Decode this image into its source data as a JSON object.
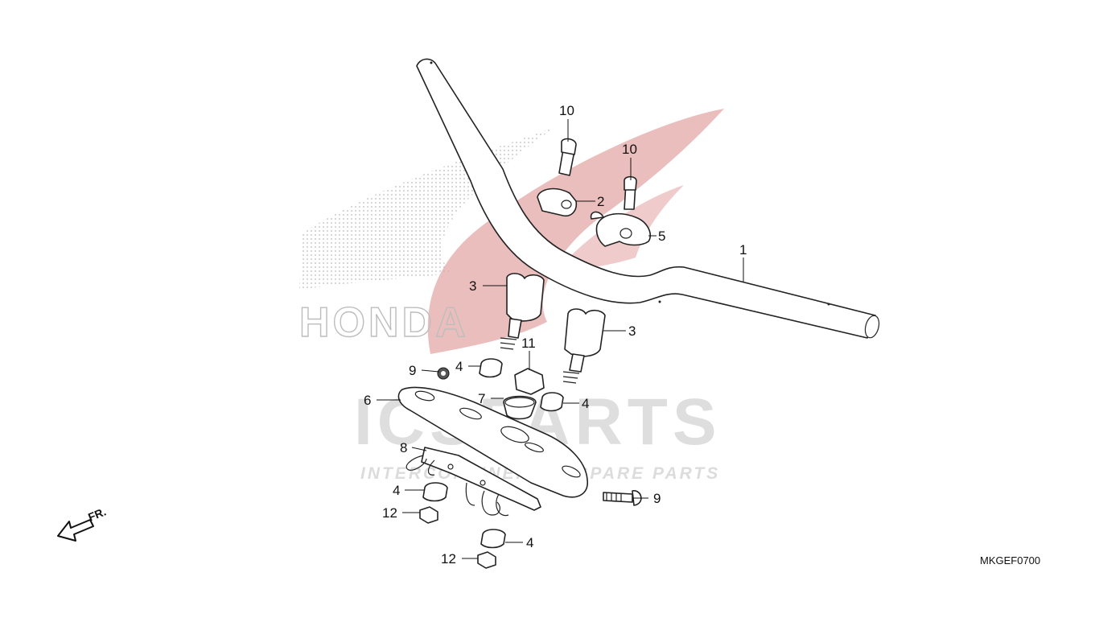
{
  "diagram": {
    "code": "MKGEF0700",
    "direction_label": "FR.",
    "callouts": [
      {
        "id": "callout-1",
        "text": "1"
      },
      {
        "id": "callout-2",
        "text": "2"
      },
      {
        "id": "callout-3a",
        "text": "3"
      },
      {
        "id": "callout-3b",
        "text": "3"
      },
      {
        "id": "callout-4a",
        "text": "4"
      },
      {
        "id": "callout-4b",
        "text": "4"
      },
      {
        "id": "callout-4c",
        "text": "4"
      },
      {
        "id": "callout-4d",
        "text": "4"
      },
      {
        "id": "callout-5",
        "text": "5"
      },
      {
        "id": "callout-6",
        "text": "6"
      },
      {
        "id": "callout-7",
        "text": "7"
      },
      {
        "id": "callout-8",
        "text": "8"
      },
      {
        "id": "callout-9a",
        "text": "9"
      },
      {
        "id": "callout-9b",
        "text": "9"
      },
      {
        "id": "callout-10a",
        "text": "10"
      },
      {
        "id": "callout-10b",
        "text": "10"
      },
      {
        "id": "callout-11",
        "text": "11"
      },
      {
        "id": "callout-12a",
        "text": "12"
      },
      {
        "id": "callout-12b",
        "text": "12"
      }
    ]
  },
  "watermark": {
    "brand_text": "HONDA",
    "site_text": "ICSPARTS",
    "tagline": "INTERCONTINENTAL SPARE PARTS",
    "colors": {
      "wing": "#e4a8a8",
      "text": "#dcdcdc",
      "dots": "#c8c8c8"
    }
  }
}
